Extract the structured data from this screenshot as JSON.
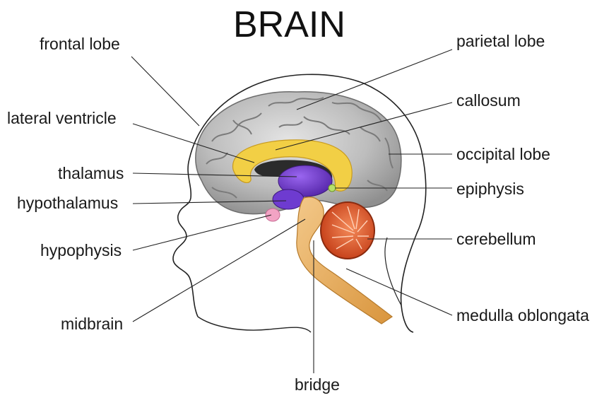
{
  "title": "BRAIN",
  "labels": {
    "frontal_lobe": "frontal lobe",
    "lateral_ventricle": "lateral ventricle",
    "thalamus": "thalamus",
    "hypothalamus": "hypothalamus",
    "hypophysis": "hypophysis",
    "midbrain": "midbrain",
    "bridge": "bridge",
    "parietal_lobe": "parietal lobe",
    "callosum": "callosum",
    "occipital_lobe": "occipital lobe",
    "epiphysis": "epiphysis",
    "cerebellum": "cerebellum",
    "medulla_oblongata": "medulla oblongata"
  },
  "colors": {
    "cortex": "#b9b9b9",
    "cortex_dark": "#8d8d8d",
    "callosum": "#f2cf45",
    "thalamus": "#7b3fd0",
    "ventricle": "#2b2b2b",
    "brainstem": "#e9b266",
    "cerebellum": "#e05a2a",
    "hypophysis": "#f2a3c4",
    "epiphysis": "#b7e06a"
  }
}
